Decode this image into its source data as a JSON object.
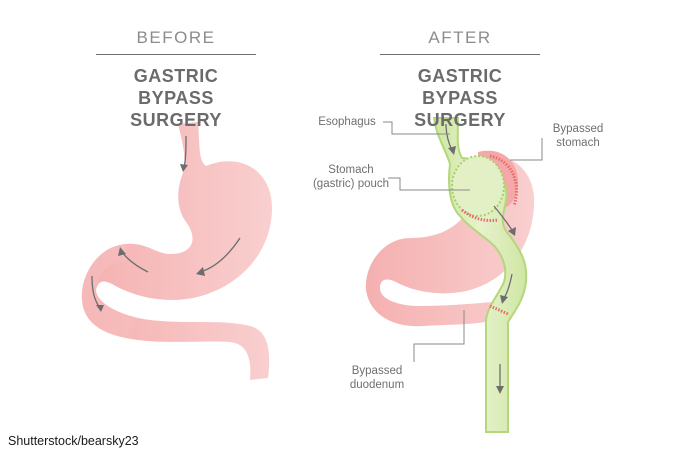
{
  "before": {
    "kicker": "BEFORE",
    "title_line1": "GASTRIC BYPASS",
    "title_line2": "SURGERY"
  },
  "after": {
    "kicker": "AFTER",
    "title_line1": "GASTRIC BYPASS",
    "title_line2": "SURGERY"
  },
  "labels": {
    "esophagus": "Esophagus",
    "pouch_line1": "Stomach",
    "pouch_line2": "(gastric) pouch",
    "bypassed_stomach_line1": "Bypassed",
    "bypassed_stomach_line2": "stomach",
    "bypassed_duodenum_line1": "Bypassed",
    "bypassed_duodenum_line2": "duodenum"
  },
  "credit": "Shutterstock/bearsky23",
  "colors": {
    "stomach_pink": "#f6b6b6",
    "stomach_pink_dark": "#f09c9c",
    "pouch_green": "#d8ebb3",
    "pouch_green_edge": "#a9d06a",
    "staple_red": "#e86a6a",
    "text_gray": "#6b6b6b"
  }
}
